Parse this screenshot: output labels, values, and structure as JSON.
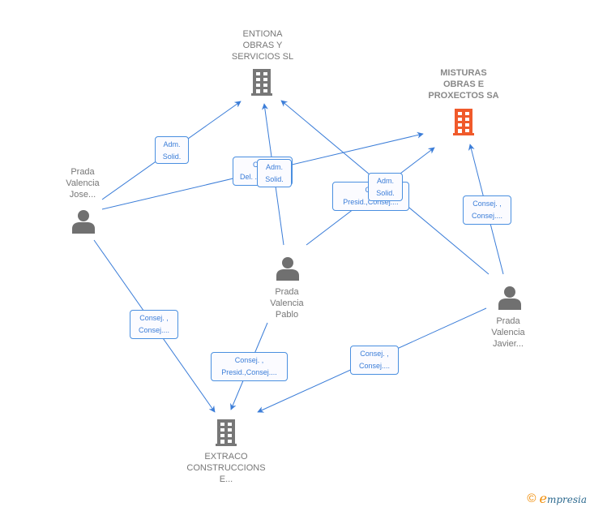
{
  "colors": {
    "edge": "#3b7dd8",
    "company": "#777777",
    "company_highlight": "#f05a2b",
    "person": "#707070"
  },
  "nodes": {
    "entiona": {
      "label": "ENTIONA\nOBRAS Y\nSERVICIOS SL",
      "type": "company",
      "icon": "building-icon"
    },
    "misturas": {
      "label": "MISTURAS\nOBRAS E\nPROXECTOS SA",
      "type": "company-highlight",
      "icon": "building-icon"
    },
    "extraco": {
      "label": "EXTRACO\nCONSTRUCCIONS\nE...",
      "type": "company",
      "icon": "building-icon"
    },
    "jose": {
      "label": "Prada\nValencia\nJose...",
      "type": "person",
      "icon": "person-icon"
    },
    "pablo": {
      "label": "Prada\nValencia\nPablo",
      "type": "person",
      "icon": "person-icon"
    },
    "javier": {
      "label": "Prada\nValencia\nJavier...",
      "type": "person",
      "icon": "person-icon"
    }
  },
  "edge_labels": [
    {
      "line1": "Adm.",
      "line2": "Solid."
    },
    {
      "line1": "Con...",
      "line2": "Del. ..."
    },
    {
      "line1": "Adm.",
      "line2": "Solid."
    },
    {
      "line1": "Con...",
      "line2": "Presid.,Consej...."
    },
    {
      "line1": "Adm.",
      "line2": "Solid."
    },
    {
      "line1": "Consej. ,",
      "line2": "Consej...."
    },
    {
      "line1": "Consej. ,",
      "line2": "Consej...."
    },
    {
      "line1": "Consej. ,",
      "line2": "Presid.,Consej...."
    },
    {
      "line1": "Consej. ,",
      "line2": "Consej...."
    }
  ],
  "footer": {
    "copyright": "©",
    "brand_initial": "e",
    "brand_rest": "mpresia"
  }
}
